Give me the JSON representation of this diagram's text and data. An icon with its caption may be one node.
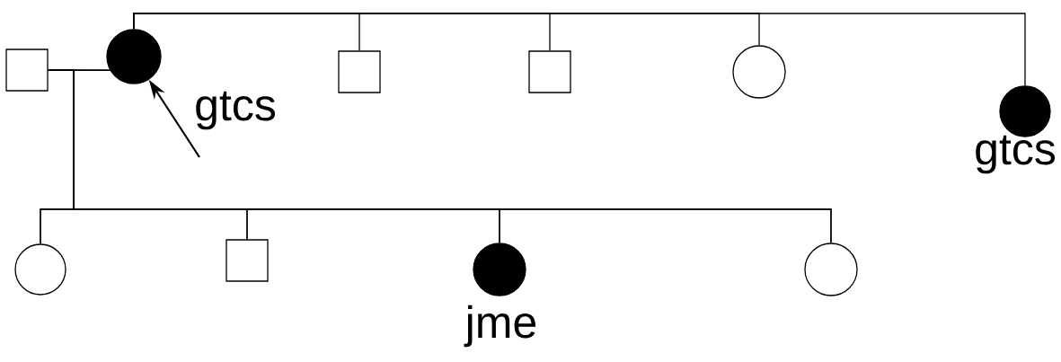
{
  "diagram": {
    "nodes": [
      {
        "text": [],
        "shape": "box"
      },
      {
        "text": [],
        "shape": "circle",
        "beside": [
          "gtcs"
        ]
      },
      {
        "text": [],
        "shape": "box"
      },
      {
        "text": [],
        "shape": "box"
      },
      {
        "text": [],
        "shape": "circle"
      },
      {
        "text": [],
        "shape": "circle",
        "beside": [
          "gtcs"
        ]
      },
      {
        "text": [],
        "shape": "circle"
      },
      {
        "text": [],
        "shape": "box"
      },
      {
        "text": [],
        "shape": "circle",
        "beside": [
          "jme"
        ]
      },
      {
        "text": [],
        "shape": "circle"
      }
    ],
    "edges": [
      {
        "from": 0,
        "to": 1,
        "arrow": "none"
      },
      {
        "from": 1,
        "to": 2,
        "arrow": "none"
      },
      {
        "from": 1,
        "to": 3,
        "arrow": "none"
      },
      {
        "from": 1,
        "to": 4,
        "arrow": "none"
      },
      {
        "from": 1,
        "to": 5,
        "arrow": "none"
      },
      {
        "from": 0,
        "to": 6,
        "arrow": "none"
      },
      {
        "from": 1,
        "to": 6,
        "arrow": "none"
      },
      {
        "from": 0,
        "to": 7,
        "arrow": "none"
      },
      {
        "from": 1,
        "to": 7,
        "arrow": "none"
      },
      {
        "from": 0,
        "to": 8,
        "arrow": "none"
      },
      {
        "from": 1,
        "to": 8,
        "arrow": "none"
      },
      {
        "from": 0,
        "to": 9,
        "arrow": "none"
      },
      {
        "from": 1,
        "to": 9,
        "arrow": "none"
      },
      {
        "from": null,
        "to": 1,
        "arrow": "to"
      }
    ]
  }
}
